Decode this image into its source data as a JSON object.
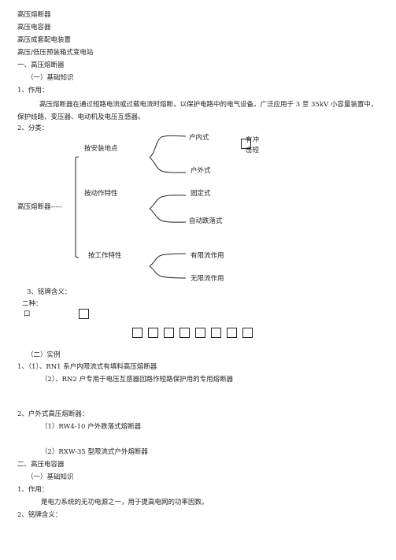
{
  "toc": [
    "高压熔断器",
    "高压电容器",
    "高压成套配电装置",
    "高压/低压预装箱式变电站"
  ],
  "section1": {
    "heading": "一、高压熔断器",
    "sub1": "（一）基础知识",
    "use_label": "1、作用：",
    "use_text": "高压熔断器在通过短路电流或过载电流时熔断，以保护电路中的电气设备。广泛应用于 3 至 35kV 小容量装置中，保护线路、变压器、电动机及电压互感器。",
    "class_label": "2、分类：",
    "tree": {
      "root": "高压熔断器-----",
      "groups": [
        {
          "label": "按安装地点",
          "items": [
            "户内式",
            "户外式"
          ]
        },
        {
          "label": "按动作特性",
          "items": [
            "固定式",
            "自动跌落式"
          ]
        },
        {
          "label": "按工作特性",
          "items": [
            "有限流作用",
            "无限流作用"
          ]
        }
      ],
      "side_note": [
        "有冲",
        "击短"
      ]
    },
    "nameplate_label": "3、铭牌含义：",
    "two_kinds": "二种：",
    "small_mark": "口",
    "sub2": "（二）实例",
    "ex1_line1": "1、（1）、RN1 系户内限流式有填料高压熔断器",
    "ex1_line2": "（2）、RN2 户专用于电压互感器回路作短路保护用的专用熔断器",
    "ex2_heading": "2、户外式高压熔断器：",
    "ex2_line1": "（1）RW4-10 户外跌落式熔断器",
    "ex2_line2": "（2）RXW-35 型限流式户外熔断器"
  },
  "section2": {
    "heading": "二、高压电容器",
    "sub1": "（一）基础知识",
    "use_label": "1、作用：",
    "use_text": "是电力系统的无功电源之一，用于提高电网的功率因数。",
    "nameplate_label": "2、铭牌含义："
  }
}
